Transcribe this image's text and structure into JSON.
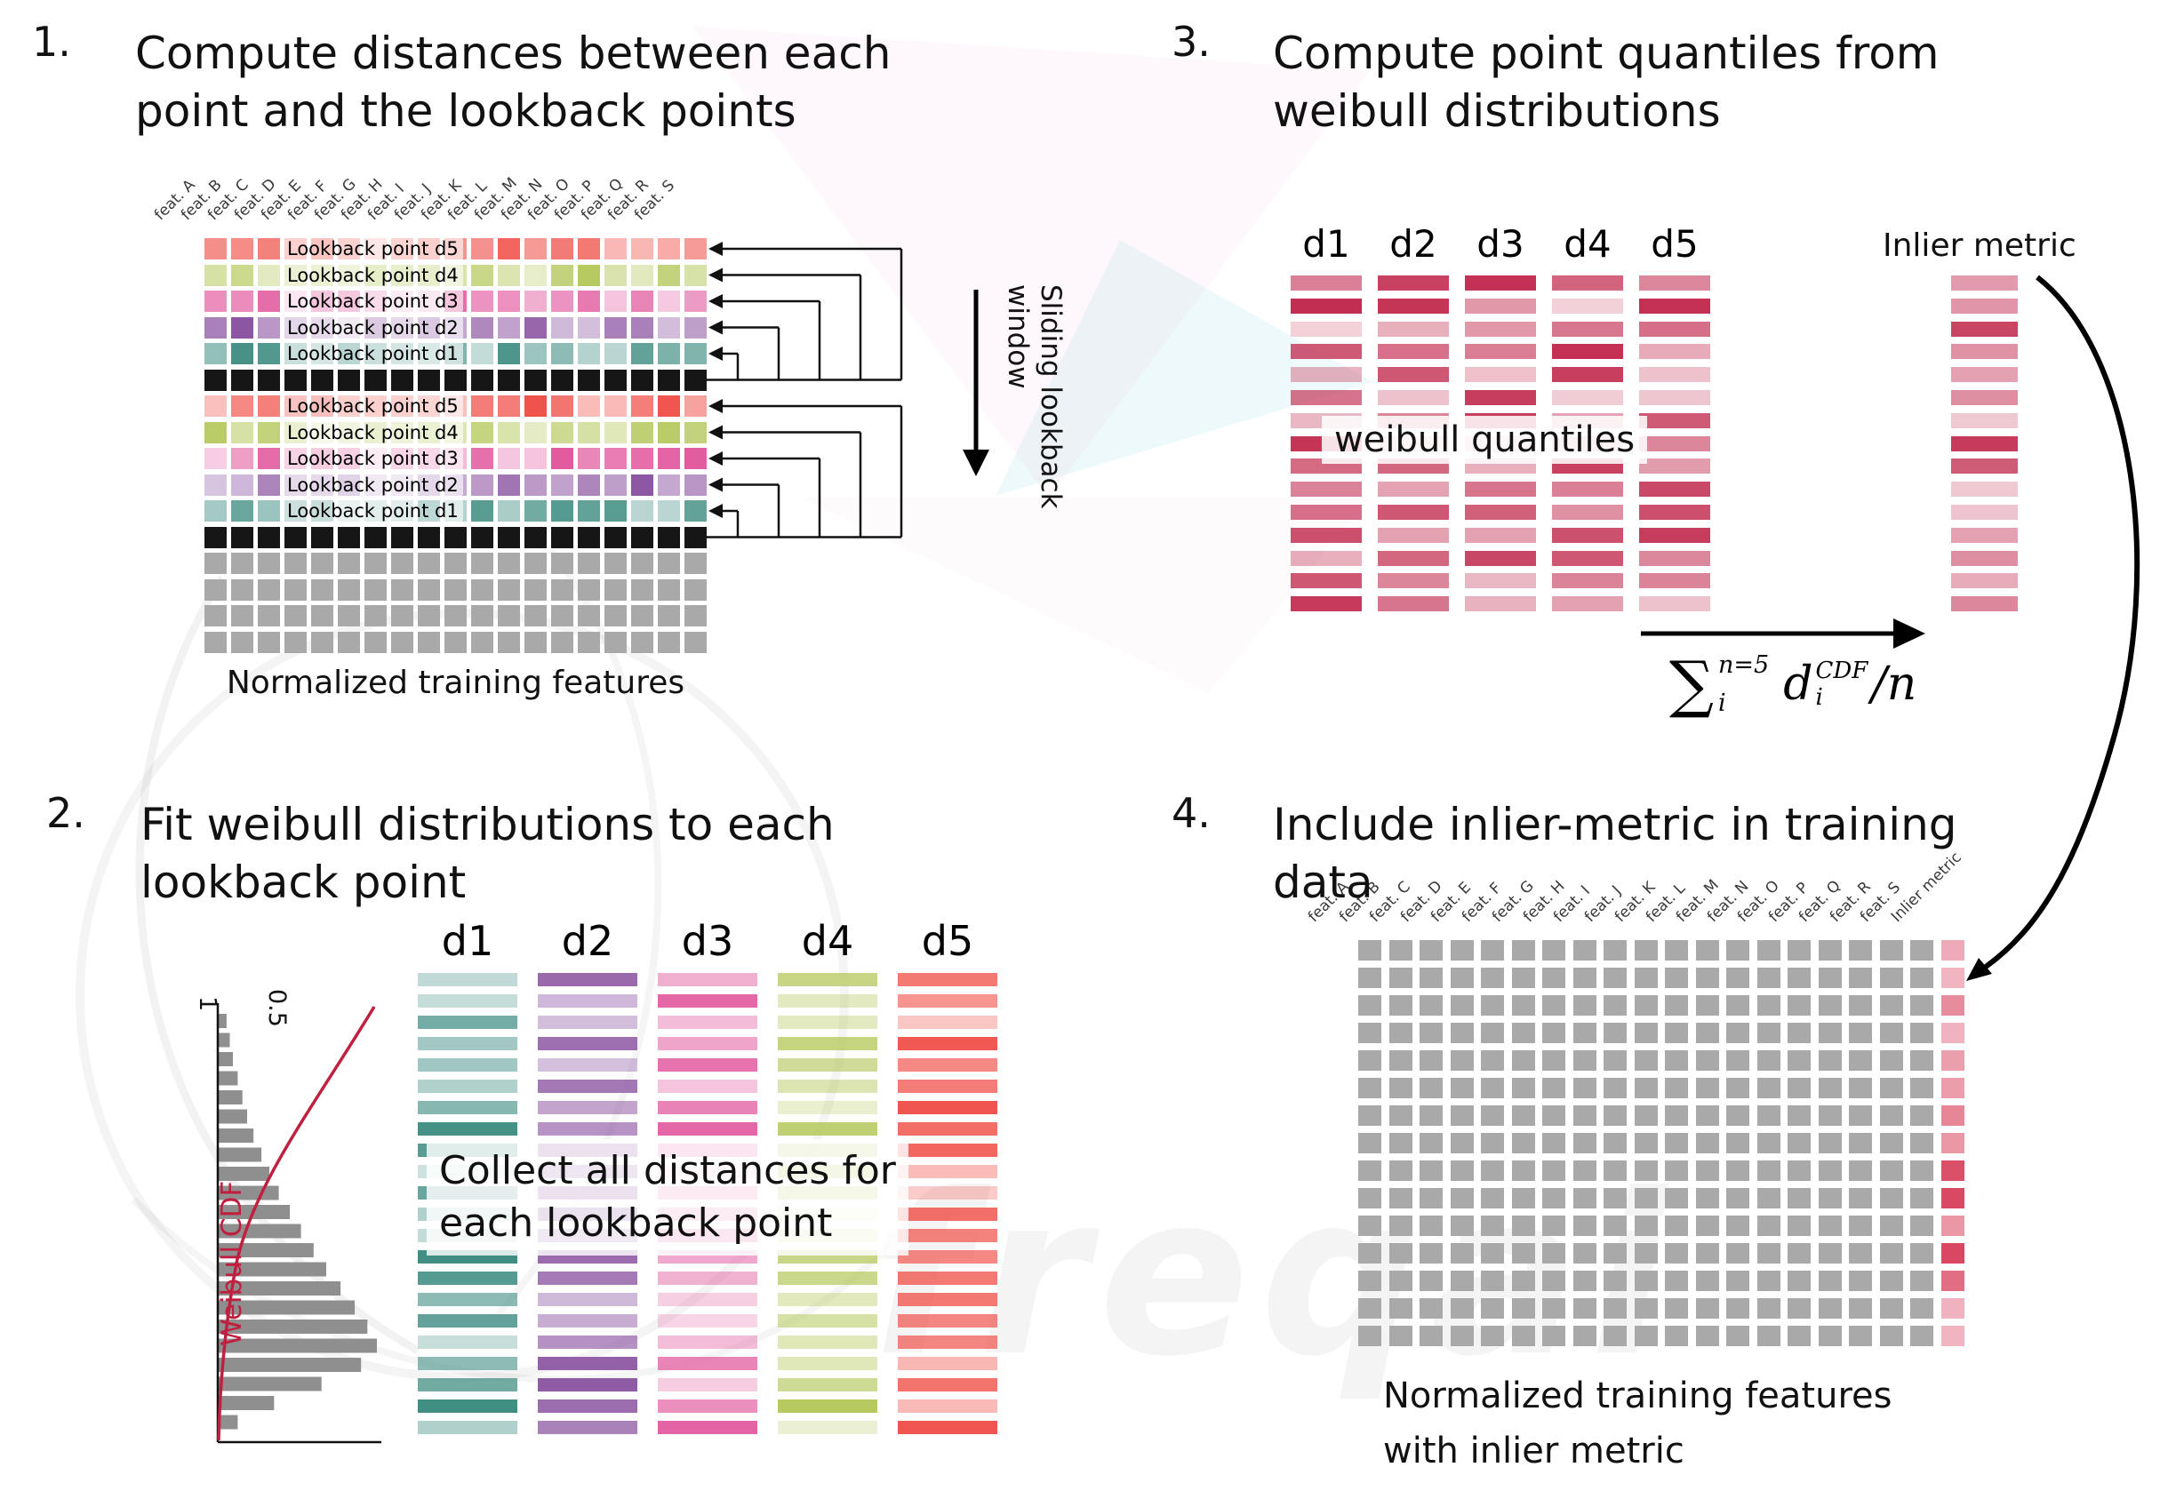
{
  "colors": {
    "d1": "#3f8d82",
    "d2": "#8b54a1",
    "d3": "#e25b9f",
    "d4": "#b6c95f",
    "d5": "#f0534b",
    "current": "#161616",
    "plain": "#a9a9a9",
    "quantile": "#c22e51",
    "inlier": "#d94560",
    "curve": "#c0203f"
  },
  "watermark": {
    "text": "freqai"
  },
  "panel1": {
    "number": "1.",
    "title_lines": [
      "Compute distances between each",
      "point and the lookback points"
    ],
    "feature_labels": [
      "feat. A",
      "feat. B",
      "feat. C",
      "feat. D",
      "feat. E",
      "feat. F",
      "feat. G",
      "feat. H",
      "feat. I",
      "feat. J",
      "feat. K",
      "feat. L",
      "feat. M",
      "feat. N",
      "feat. O",
      "feat. P",
      "feat. Q",
      "feat. R",
      "feat. S"
    ],
    "rows": [
      {
        "kind": "lookback",
        "color": "d5",
        "label": "Lookback point d5"
      },
      {
        "kind": "lookback",
        "color": "d4",
        "label": "Lookback point d4"
      },
      {
        "kind": "lookback",
        "color": "d3",
        "label": "Lookback point d3"
      },
      {
        "kind": "lookback",
        "color": "d2",
        "label": "Lookback point d2"
      },
      {
        "kind": "lookback",
        "color": "d1",
        "label": "Lookback point d1"
      },
      {
        "kind": "current"
      },
      {
        "kind": "lookback",
        "color": "d5",
        "label": "Lookback point d5"
      },
      {
        "kind": "lookback",
        "color": "d4",
        "label": "Lookback point d4"
      },
      {
        "kind": "lookback",
        "color": "d3",
        "label": "Lookback point d3"
      },
      {
        "kind": "lookback",
        "color": "d2",
        "label": "Lookback point d2"
      },
      {
        "kind": "lookback",
        "color": "d1",
        "label": "Lookback point d1"
      },
      {
        "kind": "current"
      },
      {
        "kind": "plain"
      },
      {
        "kind": "plain"
      },
      {
        "kind": "plain"
      },
      {
        "kind": "plain"
      }
    ],
    "sliding_label": "Sliding lookback window",
    "caption": "Normalized training features"
  },
  "panel2": {
    "number": "2.",
    "title_lines": [
      "Fit weibull distributions to each",
      "lookback point"
    ],
    "plot": {
      "ylabel": "Weibull CDF",
      "tick_1": "1",
      "tick_05": "0.5",
      "histogram": [
        0.05,
        0.07,
        0.09,
        0.12,
        0.15,
        0.18,
        0.22,
        0.27,
        0.32,
        0.38,
        0.45,
        0.52,
        0.6,
        0.68,
        0.77,
        0.86,
        0.94,
        1.0,
        0.9,
        0.65,
        0.35,
        0.12
      ]
    },
    "column_labels": [
      "d1",
      "d2",
      "d3",
      "d4",
      "d5"
    ],
    "column_colors": [
      "d1",
      "d2",
      "d3",
      "d4",
      "d5"
    ],
    "bars_per_column": 22,
    "overlay_lines": [
      "Collect all distances for",
      "each lookback point"
    ]
  },
  "panel3": {
    "number": "3.",
    "title_lines": [
      "Compute point quantiles from",
      "weibull distributions"
    ],
    "column_labels": [
      "d1",
      "d2",
      "d3",
      "d4",
      "d5"
    ],
    "bars_per_column": 15,
    "overlay": "weibull quantiles",
    "inlier_label": "Inlier metric",
    "formula": {
      "sum": "∑",
      "sum_sup": "n=5",
      "sum_sub": "i",
      "term": "d",
      "term_sup": "CDF",
      "term_sub": "i",
      "tail": "/n"
    }
  },
  "panel4": {
    "number": "4.",
    "title_lines": [
      "Include inlier-metric in training",
      "data"
    ],
    "feature_labels": [
      "feat. A",
      "feat. B",
      "feat. C",
      "feat. D",
      "feat. E",
      "feat. F",
      "feat. G",
      "feat. H",
      "feat. I",
      "feat. J",
      "feat. K",
      "feat. L",
      "feat. M",
      "feat. N",
      "feat. O",
      "feat. P",
      "feat. Q",
      "feat. R",
      "feat. S"
    ],
    "inlier_header": "Inlier metric",
    "rows": 15,
    "caption_lines": [
      "Normalized training features",
      "with inlier metric"
    ]
  }
}
